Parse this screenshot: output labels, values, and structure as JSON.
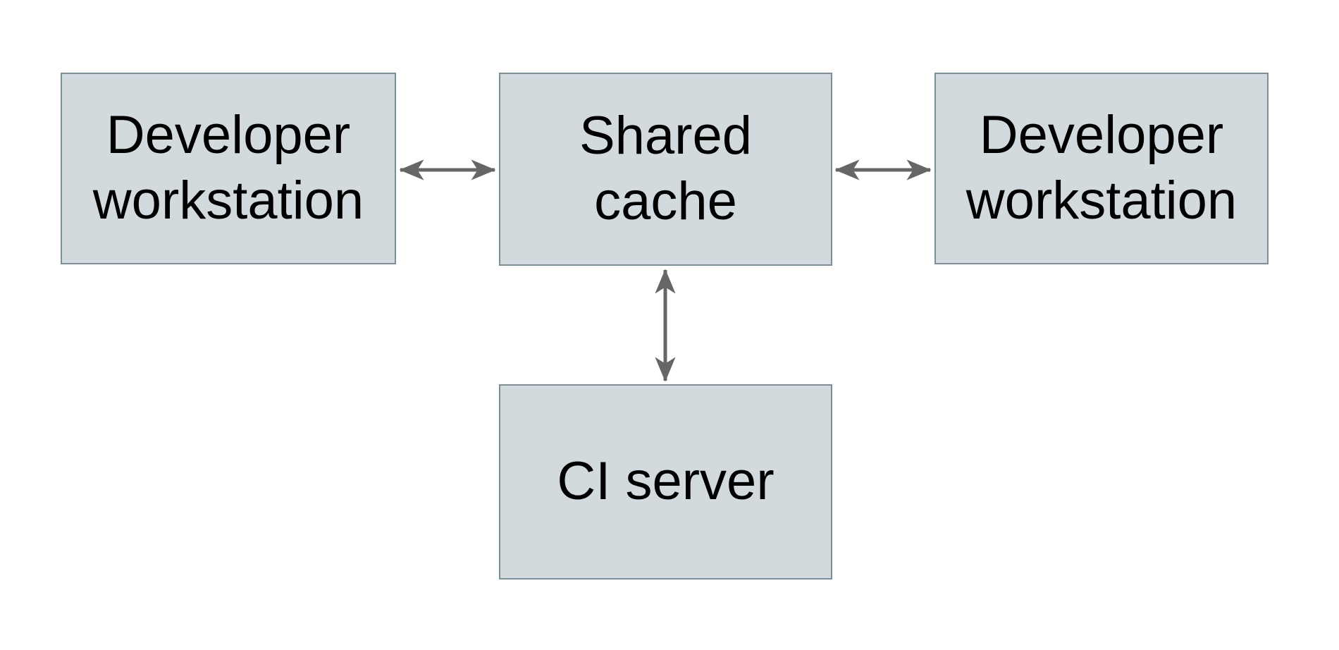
{
  "diagram": {
    "type": "architecture-diagram",
    "background": "#ffffff",
    "colors": {
      "box_fill": "#d2dade",
      "box_border": "#7c8f98",
      "arrow_color": "#666666",
      "text_color": "#000000"
    },
    "nodes": {
      "left_workstation": {
        "label": "Developer\nworkstation"
      },
      "shared_cache": {
        "label": "Shared\ncache"
      },
      "right_workstation": {
        "label": "Developer\nworkstation"
      },
      "ci_server": {
        "label": "CI server"
      }
    },
    "edges": [
      {
        "from": "left_workstation",
        "to": "shared_cache",
        "direction": "bidirectional",
        "orientation": "horizontal"
      },
      {
        "from": "shared_cache",
        "to": "right_workstation",
        "direction": "bidirectional",
        "orientation": "horizontal"
      },
      {
        "from": "shared_cache",
        "to": "ci_server",
        "direction": "bidirectional",
        "orientation": "vertical"
      }
    ]
  }
}
